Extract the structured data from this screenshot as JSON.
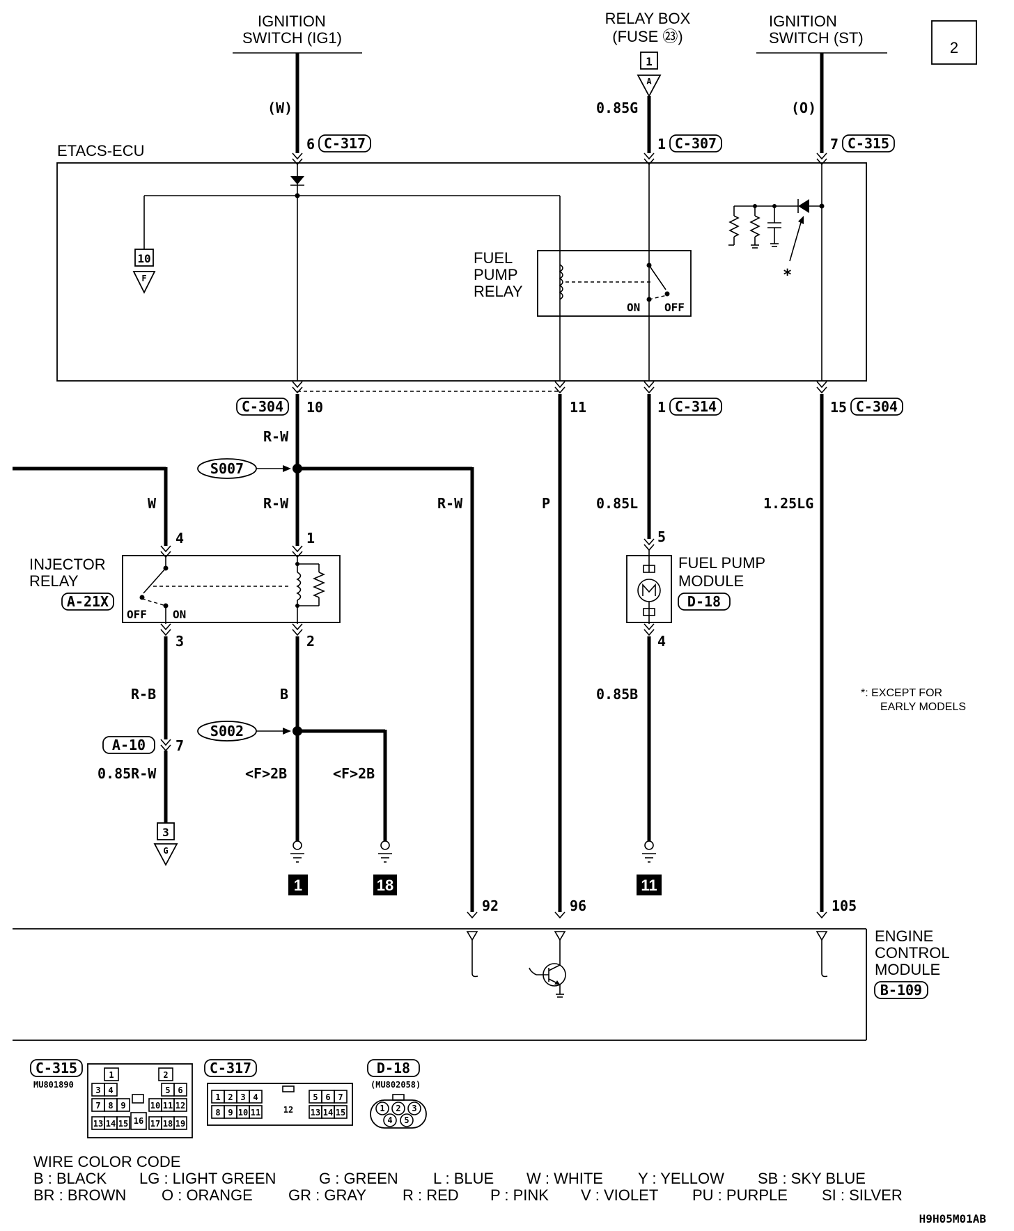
{
  "page_number": "2",
  "sources": {
    "ig1": [
      "IGNITION",
      "SWITCH (IG1)"
    ],
    "relay_box": [
      "RELAY BOX",
      "(FUSE ㉓)"
    ],
    "st": [
      "IGNITION",
      "SWITCH (ST)"
    ]
  },
  "connectors_in": {
    "ig1": {
      "pin": "6",
      "conn": "C-317",
      "color": "(W)"
    },
    "relay_box": {
      "pin": "1",
      "conn": "C-307",
      "color": "0.85G",
      "flag_num": "1",
      "flag_letter": "A"
    },
    "st": {
      "pin": "7",
      "conn": "C-315",
      "color": "(O)"
    }
  },
  "etacs": {
    "title": "ETACS-ECU",
    "fuel_pump_relay": [
      "FUEL",
      "PUMP",
      "RELAY"
    ],
    "relay_on": "ON",
    "relay_off": "OFF",
    "flag_num": "10",
    "flag_letter": "F",
    "asterisk": "*"
  },
  "outputs": {
    "c304_10": {
      "conn": "C-304",
      "pin": "10"
    },
    "pin11": {
      "pin": "11"
    },
    "c314_1": {
      "pin": "1",
      "conn": "C-314"
    },
    "c304_15": {
      "pin": "15",
      "conn": "C-304"
    }
  },
  "wires": {
    "rw1": "R-W",
    "rw2": "R-W",
    "rw3": "R-W",
    "w": "W",
    "p": "P",
    "l085": "0.85L",
    "lg125": "1.25LG",
    "rb": "R-B",
    "b": "B",
    "b085": "0.85B",
    "rw085": "0.85R-W",
    "f2b_1": "<F>2B",
    "f2b_2": "<F>2B"
  },
  "splices": {
    "s007": "S007",
    "s002": "S002"
  },
  "injector_relay": {
    "title": [
      "INJECTOR",
      "RELAY"
    ],
    "conn": "A-21X",
    "pin_4": "4",
    "pin_1": "1",
    "pin_3": "3",
    "pin_2": "2",
    "off": "OFF",
    "on": "ON"
  },
  "a10": {
    "conn": "A-10",
    "pin": "7"
  },
  "flag_g": {
    "num": "3",
    "letter": "G"
  },
  "fuel_pump_module": {
    "title": [
      "FUEL PUMP",
      "MODULE"
    ],
    "conn": "D-18",
    "pin_5": "5",
    "pin_4": "4"
  },
  "grounds": {
    "g1": "1",
    "g18": "18",
    "g11": "11"
  },
  "ecm": {
    "title": [
      "ENGINE",
      "CONTROL",
      "MODULE"
    ],
    "conn": "B-109",
    "pin_92": "92",
    "pin_96": "96",
    "pin_105": "105"
  },
  "note": {
    "body": [
      "*: EXCEPT FOR",
      "EARLY MODELS"
    ]
  },
  "connector_views": {
    "c315": {
      "label": "C-315",
      "part": "MU801890",
      "pins": [
        "1",
        "2",
        "3",
        "4",
        "5",
        "6",
        "7",
        "8",
        "9",
        "10",
        "11",
        "12",
        "13",
        "14",
        "15",
        "16",
        "17",
        "18",
        "19"
      ]
    },
    "c317": {
      "label": "C-317",
      "pins": [
        "1",
        "2",
        "3",
        "4",
        "5",
        "6",
        "7",
        "8",
        "9",
        "10",
        "11",
        "12",
        "13",
        "14",
        "15"
      ]
    },
    "d18": {
      "label": "D-18",
      "part": "(MU802058)",
      "pins": [
        "1",
        "2",
        "3",
        "4",
        "5"
      ]
    }
  },
  "wire_color_code": {
    "title": "WIRE COLOR CODE",
    "row1": [
      "B : BLACK",
      "LG : LIGHT GREEN",
      "G : GREEN",
      "L : BLUE",
      "W : WHITE",
      "Y : YELLOW",
      "SB : SKY BLUE"
    ],
    "row2": [
      "BR : BROWN",
      "O : ORANGE",
      "GR : GRAY",
      "R : RED",
      "P : PINK",
      "V : VIOLET",
      "PU : PURPLE",
      "SI : SILVER"
    ]
  },
  "doc_code": "H9H05M01AB"
}
